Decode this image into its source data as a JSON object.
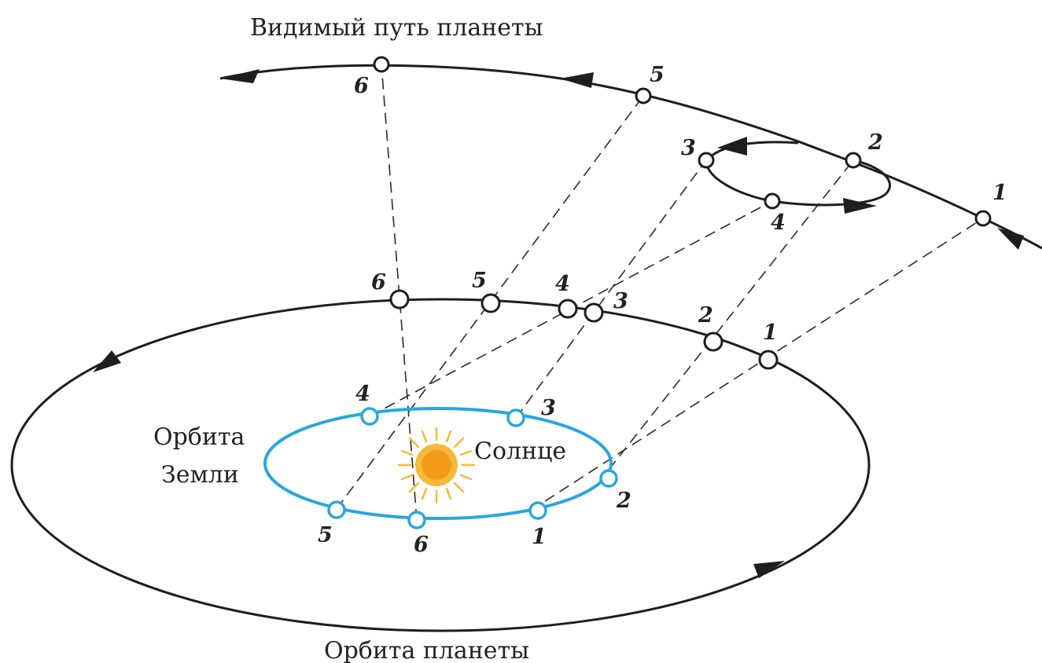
{
  "labels": {
    "apparent_path": "Видимый путь планеты",
    "planet_orbit": "Орбита планеты",
    "earth_orbit_line1": "Орбита",
    "earth_orbit_line2": "Земли",
    "sun": "Солнце"
  },
  "apparent_positions": [
    "1",
    "2",
    "3",
    "4",
    "5",
    "6"
  ],
  "planet_positions": [
    "1",
    "2",
    "3",
    "4",
    "5",
    "6"
  ],
  "earth_positions": [
    "1",
    "2",
    "3",
    "4",
    "5",
    "6"
  ],
  "colors": {
    "earth_orbit": "#2aa6de",
    "sun_core": "#f39a1a",
    "sun_rays": "#f6b93b",
    "lines": "#1e1e1e"
  }
}
